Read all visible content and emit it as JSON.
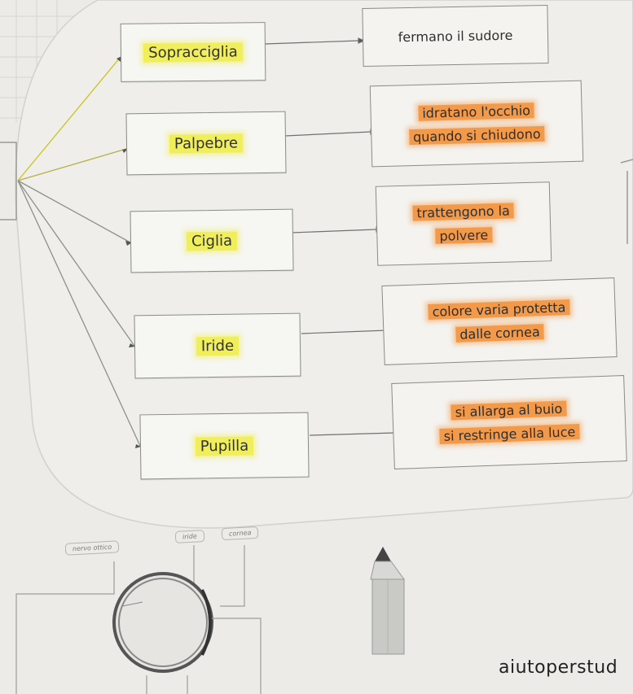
{
  "rows": [
    {
      "term": "Sopracciglia",
      "desc": [
        "fermano  il sudore"
      ],
      "desc_highlighted": false
    },
    {
      "term": "Palpebre",
      "desc": [
        "idratano l'occhio",
        "quando si chiudono"
      ],
      "desc_highlighted": true
    },
    {
      "term": "Ciglia",
      "desc": [
        "trattengono la",
        "polvere"
      ],
      "desc_highlighted": true
    },
    {
      "term": "Iride",
      "desc": [
        "colore varia protetta",
        "dalle cornea"
      ],
      "desc_highlighted": true
    },
    {
      "term": "Pupilla",
      "desc": [
        "si allarga al buio",
        "si restringe  alla luce"
      ],
      "desc_highlighted": true
    }
  ],
  "diagram_labels": {
    "nerve": "nervo ottico",
    "iris": "iride",
    "cornea": "cornea"
  },
  "watermark": "aiutoperstud",
  "colors": {
    "highlight_yellow": "#f0ee5a",
    "highlight_orange": "#f39a4a",
    "paper": "#ecebe7",
    "pencil": "#c9c9c5"
  }
}
